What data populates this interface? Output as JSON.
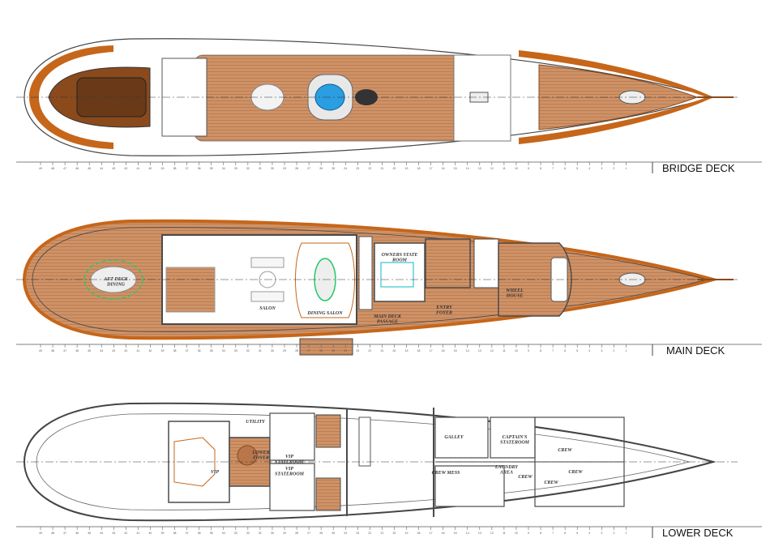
{
  "colors": {
    "teak": "#c98c5f",
    "teak_line": "#a86a40",
    "rim": "#c6661a",
    "wall": "#4a4a4a",
    "cyan": "#35c3cf",
    "green": "#27c76a",
    "pool": "#2a9ee0"
  },
  "frame_numbers": [
    "49",
    "48",
    "47",
    "46",
    "45",
    "44",
    "43",
    "42",
    "41",
    "40",
    "39",
    "38",
    "37",
    "36",
    "35",
    "34",
    "33",
    "32",
    "31",
    "30",
    "29",
    "28",
    "27",
    "26",
    "25",
    "24",
    "23",
    "22",
    "21",
    "20",
    "19",
    "18",
    "17",
    "16",
    "15",
    "14",
    "13",
    "12",
    "11",
    "10",
    "9",
    "8",
    "7",
    "6",
    "5",
    "4",
    "3",
    "2",
    "1"
  ],
  "bridge_deck": {
    "title": "BRIDGE DECK"
  },
  "main_deck": {
    "title": "MAIN DECK",
    "rooms": [
      {
        "lines": [
          "AFT DECK",
          "DINING"
        ]
      },
      {
        "lines": [
          "SALON"
        ]
      },
      {
        "lines": [
          "DINING SALON"
        ]
      },
      {
        "lines": [
          "OWNERS STATE",
          "ROOM"
        ]
      },
      {
        "lines": [
          "MAIN DECK",
          "PASSAGE"
        ]
      },
      {
        "lines": [
          "ENTRY",
          "FOYER"
        ]
      },
      {
        "lines": [
          "WHEEL",
          "HOUSE"
        ]
      }
    ]
  },
  "lower_deck": {
    "title": "LOWER DECK",
    "rooms": [
      {
        "lines": [
          "UTILITY"
        ]
      },
      {
        "lines": [
          "LOWER",
          "FOYER"
        ]
      },
      {
        "lines": [
          "VIP"
        ]
      },
      {
        "lines": [
          "VIP",
          "STATEROOM"
        ]
      },
      {
        "lines": [
          "VIP",
          "STATEROOM"
        ]
      },
      {
        "lines": [
          "GALLEY"
        ]
      },
      {
        "lines": [
          "CAPTAIN'S",
          "STATEROOM"
        ]
      },
      {
        "lines": [
          "CREW MESS"
        ]
      },
      {
        "lines": [
          "LAUNDRY",
          "AREA"
        ]
      },
      {
        "lines": [
          "CREW"
        ]
      },
      {
        "lines": [
          "CREW"
        ]
      },
      {
        "lines": [
          "CREW"
        ]
      },
      {
        "lines": [
          "CREW"
        ]
      }
    ]
  }
}
